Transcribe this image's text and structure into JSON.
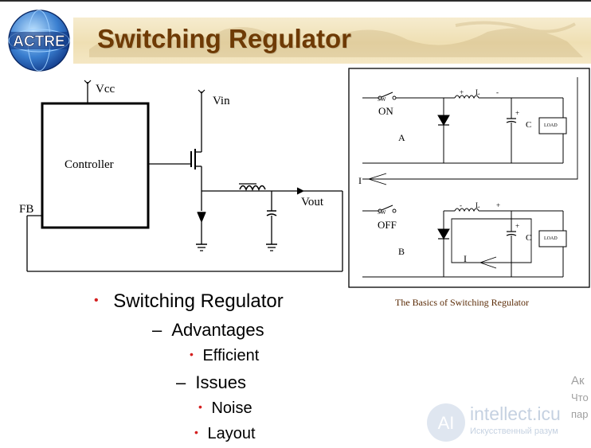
{
  "logo": {
    "text": "ACTRE"
  },
  "title": "Switching Regulator",
  "left_circuit": {
    "vcc": "Vcc",
    "vin": "Vin",
    "controller": "Controller",
    "fb": "FB",
    "vout": "Vout"
  },
  "right_figure": {
    "sw_top": "SW",
    "state_on": "ON",
    "label_a": "A",
    "inductor_top": "L",
    "cap_top": "C",
    "load_top": "LOAD",
    "current_top": "I",
    "sw_bottom": "SW",
    "state_off": "OFF",
    "label_b": "B",
    "inductor_bottom": "L",
    "cap_bottom": "C",
    "load_bottom": "LOAD",
    "current_bottom": "I",
    "caption": "The Basics of Switching Regulator"
  },
  "bullets": {
    "l1": "Switching Regulator",
    "l2a": "Advantages",
    "l3a": "Efficient",
    "l2b": "Issues",
    "l3b": "Noise",
    "l3c": "Layout",
    "bullet_glyph": "•",
    "dash_glyph": "–"
  },
  "watermark": {
    "text": "intellect.icu",
    "sub": "Искусственный разум",
    "edge1": "Ак",
    "edge2": "Что",
    "edge3": "пар"
  },
  "colors": {
    "title": "#6e3a05",
    "bullet": "#d42020",
    "banner": "#efdfb3",
    "caption": "#5a2a05"
  }
}
